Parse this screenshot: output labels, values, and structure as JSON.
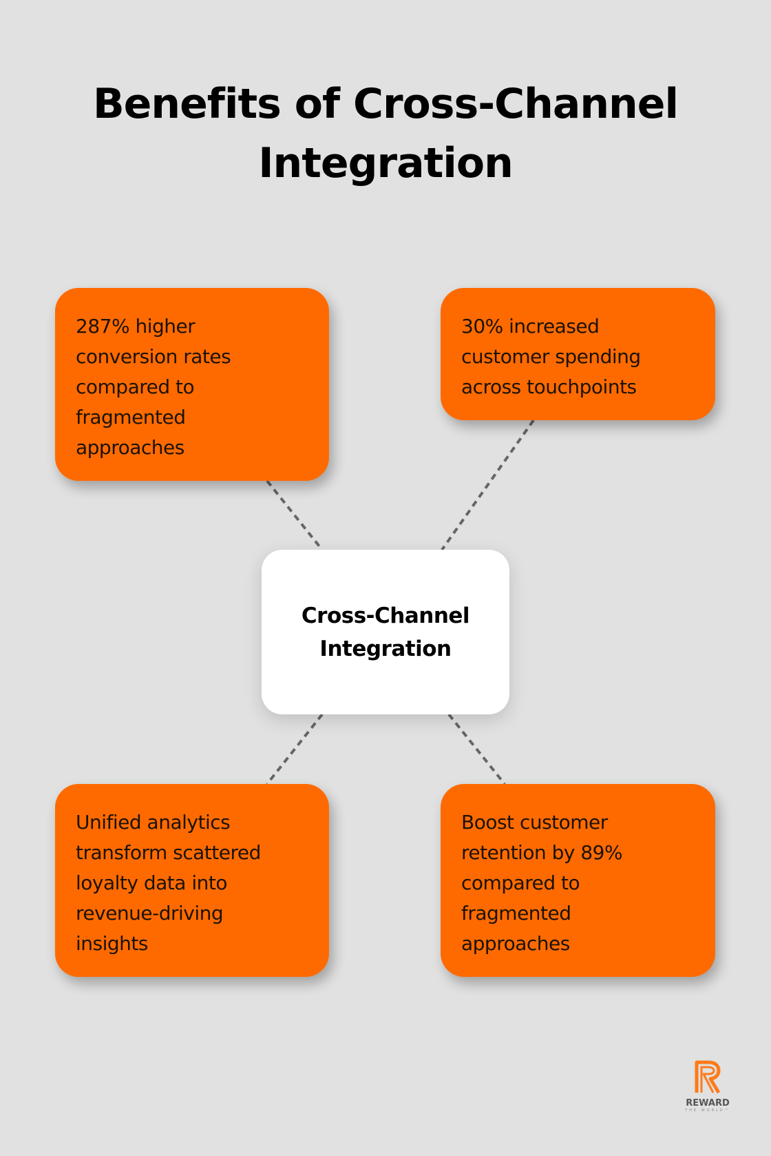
{
  "title": {
    "line1": "Benefits of Cross-Channel",
    "line2": "Integration"
  },
  "center_node": {
    "line1": "Cross-Channel",
    "line2": "Integration"
  },
  "benefits": [
    {
      "position": "top-left",
      "lines": [
        "287% higher",
        "conversion rates",
        "compared to",
        "fragmented",
        "approaches"
      ]
    },
    {
      "position": "top-right",
      "lines": [
        "30% increased",
        "customer spending",
        "across touchpoints"
      ]
    },
    {
      "position": "bottom-left",
      "lines": [
        "Unified analytics",
        "transform scattered",
        "loyalty data into",
        "revenue-driving",
        "insights"
      ]
    },
    {
      "position": "bottom-right",
      "lines": [
        "Boost customer",
        "retention by 89%",
        "compared to",
        "fragmented",
        "approaches"
      ]
    }
  ],
  "logo": {
    "icon": "reward-r-logo-icon",
    "name": "REWARD",
    "tagline": "THE WORLD™"
  },
  "colors": {
    "background": "#e0e1e0",
    "accent": "#ff6a00",
    "center": "#ffffff",
    "connector": "#666666",
    "text": "#000000"
  }
}
